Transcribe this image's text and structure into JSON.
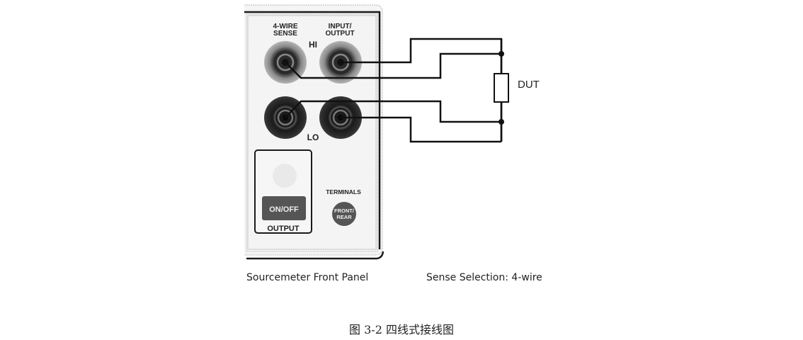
{
  "panel": {
    "hi_label": "HI",
    "lo_label": "LO",
    "sense_label_line1": "4-WIRE",
    "sense_label_line2": "SENSE",
    "io_label_line1": "INPUT/",
    "io_label_line2": "OUTPUT",
    "on_off_label": "ON/OFF",
    "output_label": "OUTPUT",
    "terminals_label": "TERMINALS",
    "front_rear_line1": "FRONT/",
    "front_rear_line2": "REAR"
  },
  "circuit": {
    "dut_label": "DUT"
  },
  "captions": {
    "left": "Sourcemeter Front Panel",
    "right": "Sense Selection: 4-wire",
    "figure": "图 3-2  四线式接线图"
  },
  "colors": {
    "panel_bg": "#f4f4f4",
    "panel_border": "#1a1a1a",
    "hi_jack_outer": "#8a8a8a",
    "lo_jack_outer": "#1e1e1e",
    "button_dark": "#555555",
    "wire": "#111111"
  }
}
